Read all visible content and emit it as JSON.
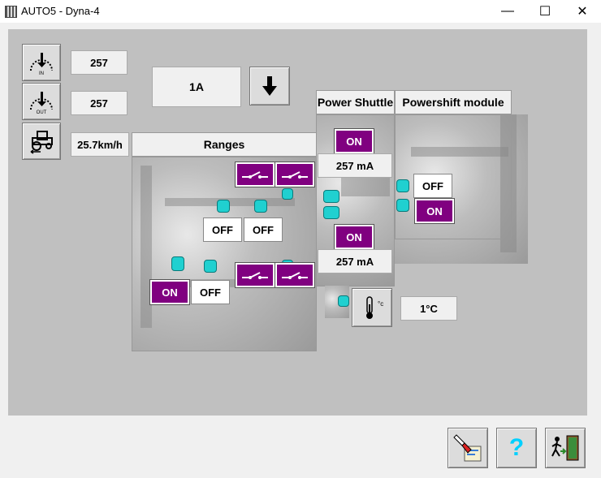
{
  "window": {
    "title": "AUTO5 - Dyna-4",
    "minimize": "—",
    "maximize": "☐",
    "close": "✕"
  },
  "readouts": {
    "speed_in": "257",
    "speed_out": "257",
    "vehicle_speed": "25.7km/h",
    "gear": "1A",
    "temperature": "1°C"
  },
  "headers": {
    "ranges": "Ranges",
    "power_shuttle": "Power Shuttle",
    "powershift_module": "Powershift module"
  },
  "ranges": {
    "mid_left": "OFF",
    "mid_right": "OFF",
    "bottom_left": "ON",
    "bottom_right": "OFF"
  },
  "shuttle": {
    "top_state": "ON",
    "top_current": "257 mA",
    "bottom_state": "ON",
    "bottom_current": "257 mA"
  },
  "powershift": {
    "state_1": "OFF",
    "state_2": "ON"
  },
  "icons": {
    "speed_in": "speed-in-sensor-icon",
    "speed_out": "speed-out-sensor-icon",
    "tractor": "tractor-icon",
    "gear_down": "arrow-down-icon",
    "thermometer": "thermometer-icon",
    "diagnostic": "flashlight-diagnostic-icon",
    "help": "question-mark-icon",
    "exit": "exit-door-icon"
  },
  "help_label": "?",
  "colors": {
    "active": "#800080",
    "valve": "#20d0d0",
    "panel": "#c0c0c0",
    "help": "#00d0ff"
  }
}
